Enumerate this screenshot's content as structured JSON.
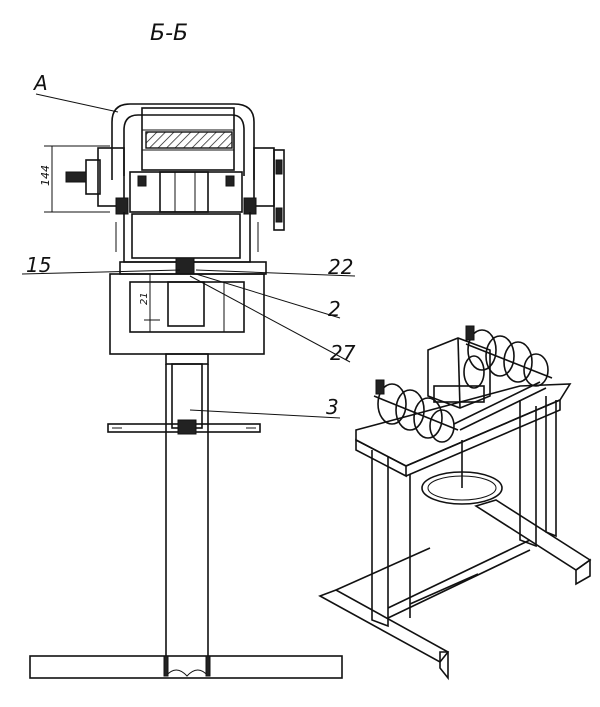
{
  "section_title": "Б-Б",
  "callouts": {
    "A": "А",
    "c15": "15",
    "c22": "22",
    "c2": "2",
    "c27": "27",
    "c3": "3"
  },
  "dimensions": {
    "d1": "144",
    "d2": "21"
  }
}
